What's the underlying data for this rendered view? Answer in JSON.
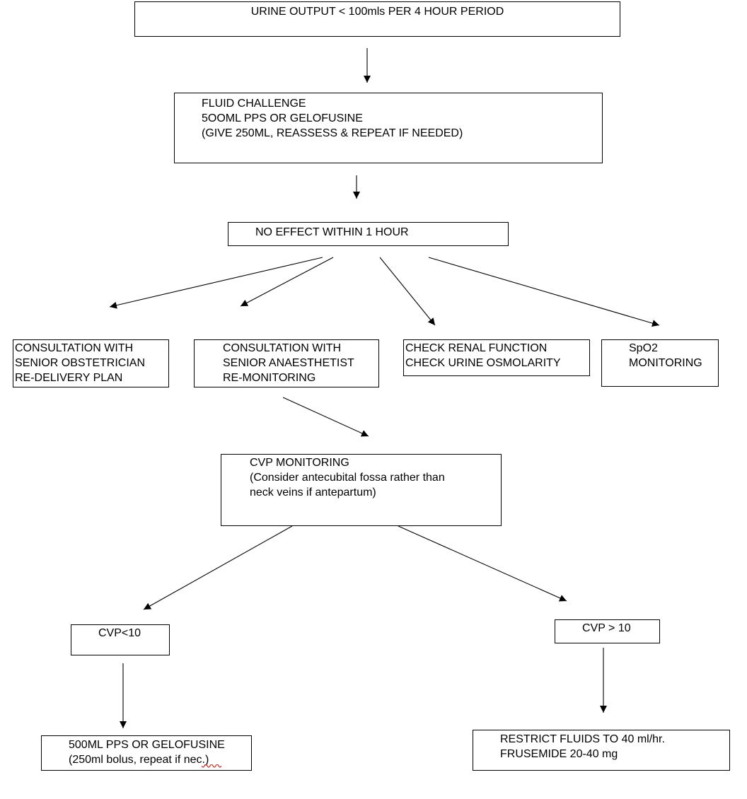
{
  "diagram": {
    "type": "flowchart",
    "title_node": "URINE OUTPUT < 100mls PER 4 HOUR PERIOD",
    "nodes": [
      {
        "id": "urine-output",
        "lines": [
          "URINE OUTPUT < 100mls PER 4 HOUR PERIOD"
        ],
        "align": "center"
      },
      {
        "id": "fluid-challenge",
        "lines": [
          "FLUID CHALLENGE",
          "5OOML PPS OR GELOFUSINE",
          "(GIVE 250ML, REASSESS & REPEAT IF NEEDED)"
        ],
        "align": "left"
      },
      {
        "id": "no-effect",
        "lines": [
          "NO EFFECT WITHIN 1 HOUR"
        ],
        "align": "center"
      },
      {
        "id": "consult-obstetrician",
        "lines": [
          "CONSULTATION WITH",
          "SENIOR OBSTETRICIAN",
          "RE-DELIVERY PLAN"
        ],
        "align": "left"
      },
      {
        "id": "consult-anaesthetist",
        "lines": [
          "CONSULTATION WITH",
          "SENIOR ANAESTHETIST",
          "RE-MONITORING"
        ],
        "align": "left"
      },
      {
        "id": "check-renal",
        "lines": [
          "CHECK RENAL FUNCTION",
          "CHECK URINE OSMOLARITY"
        ],
        "align": "left"
      },
      {
        "id": "spo2-monitoring",
        "lines": [
          "SpO2",
          "MONITORING"
        ],
        "align": "left"
      },
      {
        "id": "cvp-monitoring",
        "lines": [
          "CVP MONITORING",
          "(Consider antecubital fossa rather than",
          "neck veins if antepartum)"
        ],
        "align": "left"
      },
      {
        "id": "cvp-less-10",
        "lines": [
          "CVP<10"
        ],
        "align": "center"
      },
      {
        "id": "cvp-more-10",
        "lines": [
          "CVP > 10"
        ],
        "align": "center"
      },
      {
        "id": "pps-gelofusine",
        "lines": [
          "500ML PPS OR GELOFUSINE",
          "(250ml bolus, repeat if nec.)"
        ],
        "align": "center"
      },
      {
        "id": "restrict-fluids",
        "lines": [
          "RESTRICT FLUIDS TO 40 ml/hr.",
          "FRUSEMIDE 20-40 mg"
        ],
        "align": "left"
      }
    ],
    "colors": {
      "box_border": "#000000",
      "box_fill": "#ffffff",
      "text": "#000000",
      "arrow": "#000000",
      "spellcheck_underline": "#c0392b"
    }
  }
}
